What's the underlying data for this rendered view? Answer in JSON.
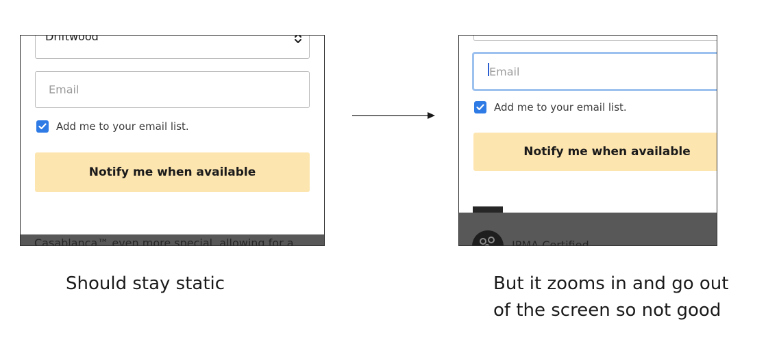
{
  "left_panel": {
    "select_value": "Driftwood",
    "email_placeholder": "Email",
    "checkbox_label": "Add me to your email list.",
    "checkbox_checked": true,
    "button_label": "Notify me when available",
    "footer_text": "Casablanca™ even more special, allowing for a"
  },
  "right_panel": {
    "email_placeholder": "Email",
    "checkbox_label": "Add me to your email list.",
    "checkbox_checked": true,
    "button_label": "Notify me when available",
    "footer_text": "IPMA Certified"
  },
  "captions": {
    "left": "Should stay static",
    "right_line1": "But it zooms in and go out",
    "right_line2": "of the screen so not good"
  },
  "colors": {
    "button_bg": "#fde5b0",
    "checkbox_bg": "#2f7be5",
    "focus_ring": "#9cc1ee",
    "footer_bg": "#585858"
  }
}
